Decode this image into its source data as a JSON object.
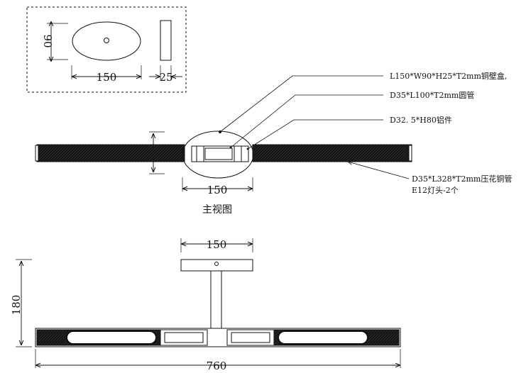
{
  "dimensions": {
    "plate_height": "90",
    "plate_length": "150",
    "plate_depth": "25",
    "front_box_width": "150",
    "side_box_width": "150",
    "side_height": "180",
    "total_length": "760"
  },
  "callouts": {
    "box": "L150*W90*H25*T2mm铜壁盒,",
    "round_tube": "D35*L100*T2mm圆管",
    "aluminum_part": "D32. 5*H80铝件",
    "tube_line1": "D35*L328*T2mm压花铜管",
    "tube_line2": "E12灯头-2个"
  },
  "view_caption": "主视图",
  "colors": {
    "line": "#111111",
    "knurl_fill": "#151515",
    "background": "#ffffff"
  }
}
